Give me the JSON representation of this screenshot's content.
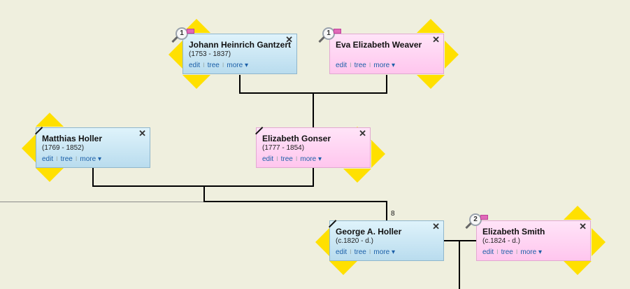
{
  "people": {
    "johann": {
      "name": "Johann Heinrich Gantzert",
      "dates": "(1753 - 1837)",
      "badge": "1"
    },
    "eva": {
      "name": "Eva Elizabeth Weaver",
      "dates": "",
      "badge": "1"
    },
    "matthias": {
      "name": "Matthias Holler",
      "dates": "(1769 - 1852)"
    },
    "elizabethg": {
      "name": "Elizabeth Gonser",
      "dates": "(1777 - 1854)"
    },
    "george": {
      "name": "George A. Holler",
      "dates": "(c.1820 - d.)"
    },
    "elizabeths": {
      "name": "Elizabeth Smith",
      "dates": "(c.1824 - d.)",
      "badge": "2"
    }
  },
  "links": {
    "edit": "edit",
    "tree": "tree",
    "more": "more ▾",
    "sep": "I",
    "close": "✕"
  },
  "children_count": "8",
  "colors": {
    "male": "#b9dcee",
    "female": "#ffc6ee",
    "arrow": "#ffe000",
    "link": "#1b5fa8"
  }
}
